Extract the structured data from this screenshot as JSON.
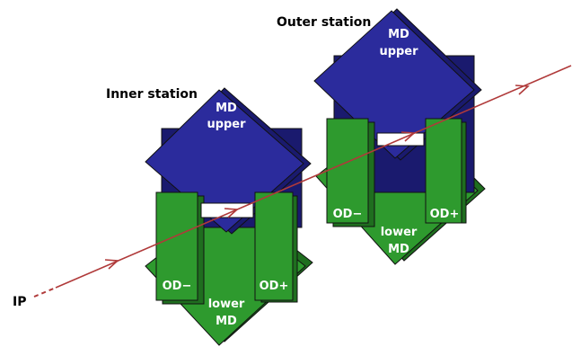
{
  "labels": {
    "inner_station": "Inner station",
    "outer_station": "Outer station",
    "ip": "IP"
  },
  "inner": {
    "md_upper_line1": "MD",
    "md_upper_line2": "upper",
    "od_minus": "OD−",
    "od_plus": "OD+",
    "lower_md_line1": "lower",
    "lower_md_line2": "MD"
  },
  "outer": {
    "md_upper_line1": "MD",
    "md_upper_line2": "upper",
    "od_minus": "OD−",
    "od_plus": "OD+",
    "lower_md_line1": "lower",
    "lower_md_line2": "MD"
  },
  "colors": {
    "md_fill": "#2b2b9c",
    "md_shade": "#1a1a6e",
    "od_fill": "#2e9a2e",
    "od_shade": "#1f6e1f",
    "beam": "#b03a3a",
    "edge": "#111111",
    "label_text": "#000000",
    "box_text": "#ffffff"
  }
}
